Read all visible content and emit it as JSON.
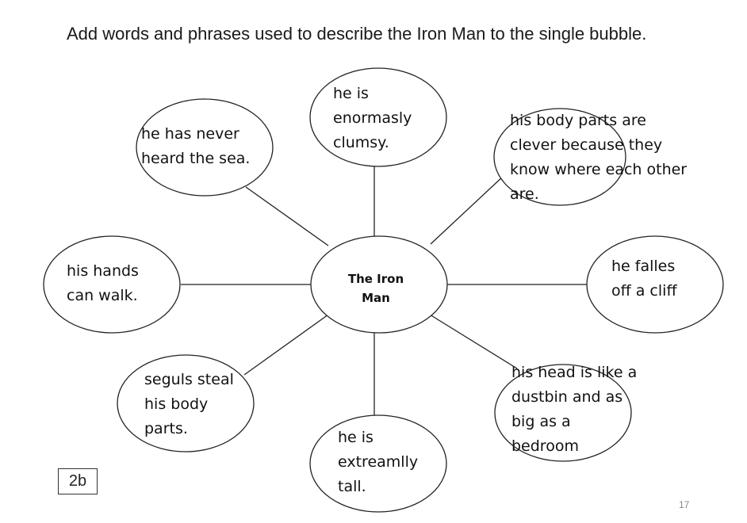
{
  "instruction": "Add words and phrases used to describe the Iron Man to the single bubble.",
  "center": {
    "label": "The Iron\nMan"
  },
  "bubbles": [
    {
      "text": "he is\nenormasly\nclumsy."
    },
    {
      "text": "his body parts are\nclever because they\nknow where each other\nare."
    },
    {
      "text": "he falles\noff a cliff"
    },
    {
      "text": "his head is like a\ndustbin and as\nbig as a\nbedroom"
    },
    {
      "text": "he is\nextreamlly\ntall."
    },
    {
      "text": "seguls steal\nhis body\nparts."
    },
    {
      "text": "his hands\ncan walk."
    },
    {
      "text": "he has never\nheard the sea."
    }
  ],
  "slide_label": "2b",
  "page_number": "17",
  "colors": {
    "stroke": "#222222",
    "text": "#111111",
    "background": "#ffffff"
  }
}
